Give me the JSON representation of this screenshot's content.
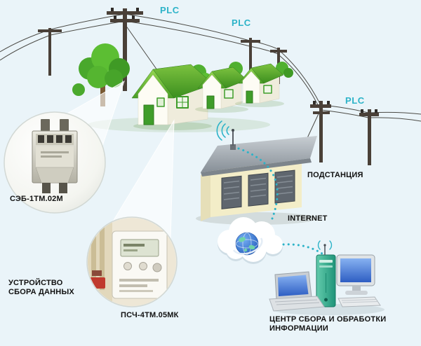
{
  "diagram": {
    "background_color": "#eaf4f9",
    "accent_color": "#2cb3c8",
    "text_color": "#111111",
    "plc_labels": [
      {
        "text": "PLC"
      },
      {
        "text": "PLC"
      },
      {
        "text": "PLC"
      }
    ],
    "meter": {
      "model": "СЭБ-1ТМ.02М"
    },
    "data_collector": {
      "title_line1": "УСТРОЙСТВО",
      "title_line2": "СБОРА ДАННЫХ",
      "model": "ПСЧ-4ТМ.05МК"
    },
    "substation": {
      "label": "ПОДСТАНЦИЯ"
    },
    "internet": {
      "label": "INTERNET"
    },
    "processing_center": {
      "label_line1": "ЦЕНТР СБОРА И ОБРАБОТКИ",
      "label_line2": "ИНФОРМАЦИИ"
    }
  }
}
